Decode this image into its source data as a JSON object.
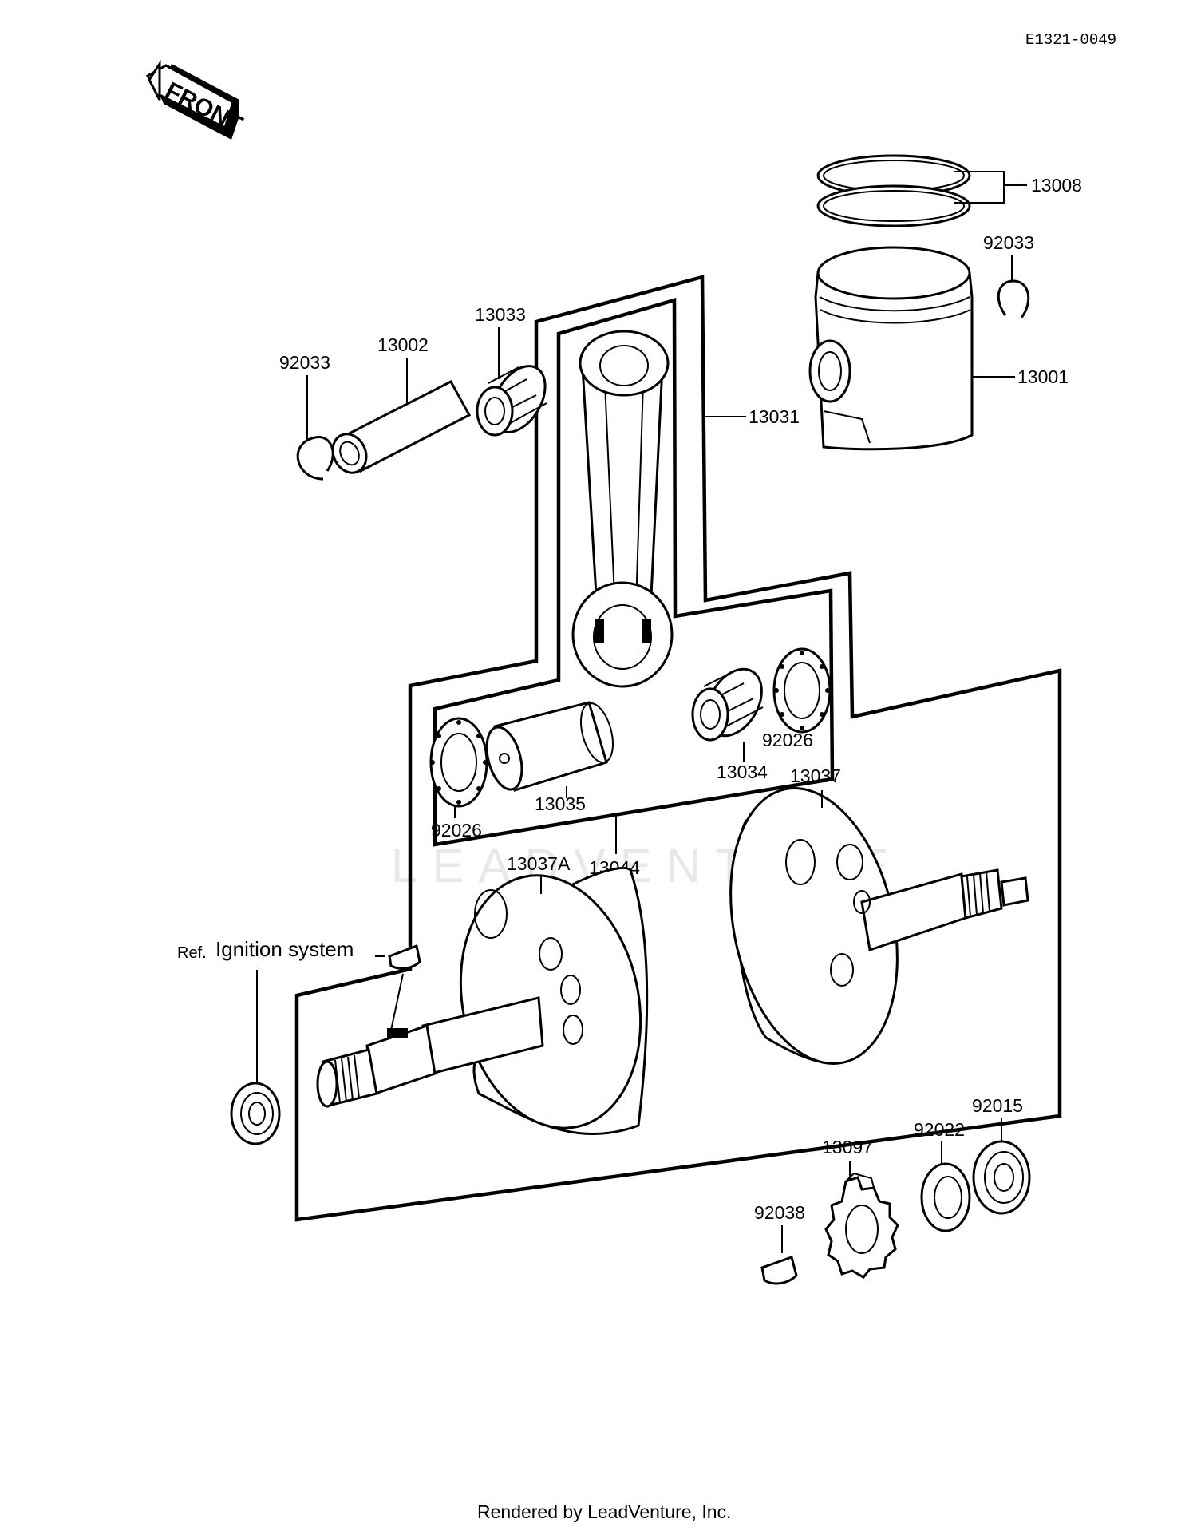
{
  "diagram_id": "E1321-0049",
  "front_label": "FRONT",
  "ref_prefix": "Ref.",
  "ref_text": "Ignition system",
  "footer": "Rendered by LeadVenture, Inc.",
  "watermark": "LEADVENTURE",
  "parts": {
    "p13008": "13008",
    "p92033_right": "92033",
    "p13001": "13001",
    "p13031": "13031",
    "p13033": "13033",
    "p13002": "13002",
    "p92033_left": "92033",
    "p92026_right": "92026",
    "p13034": "13034",
    "p92026_left": "92026",
    "p13035": "13035",
    "p13044": "13044",
    "p13037": "13037",
    "p13037A": "13037A",
    "p92015": "92015",
    "p92022": "92022",
    "p13097": "13097",
    "p92038": "92038"
  }
}
